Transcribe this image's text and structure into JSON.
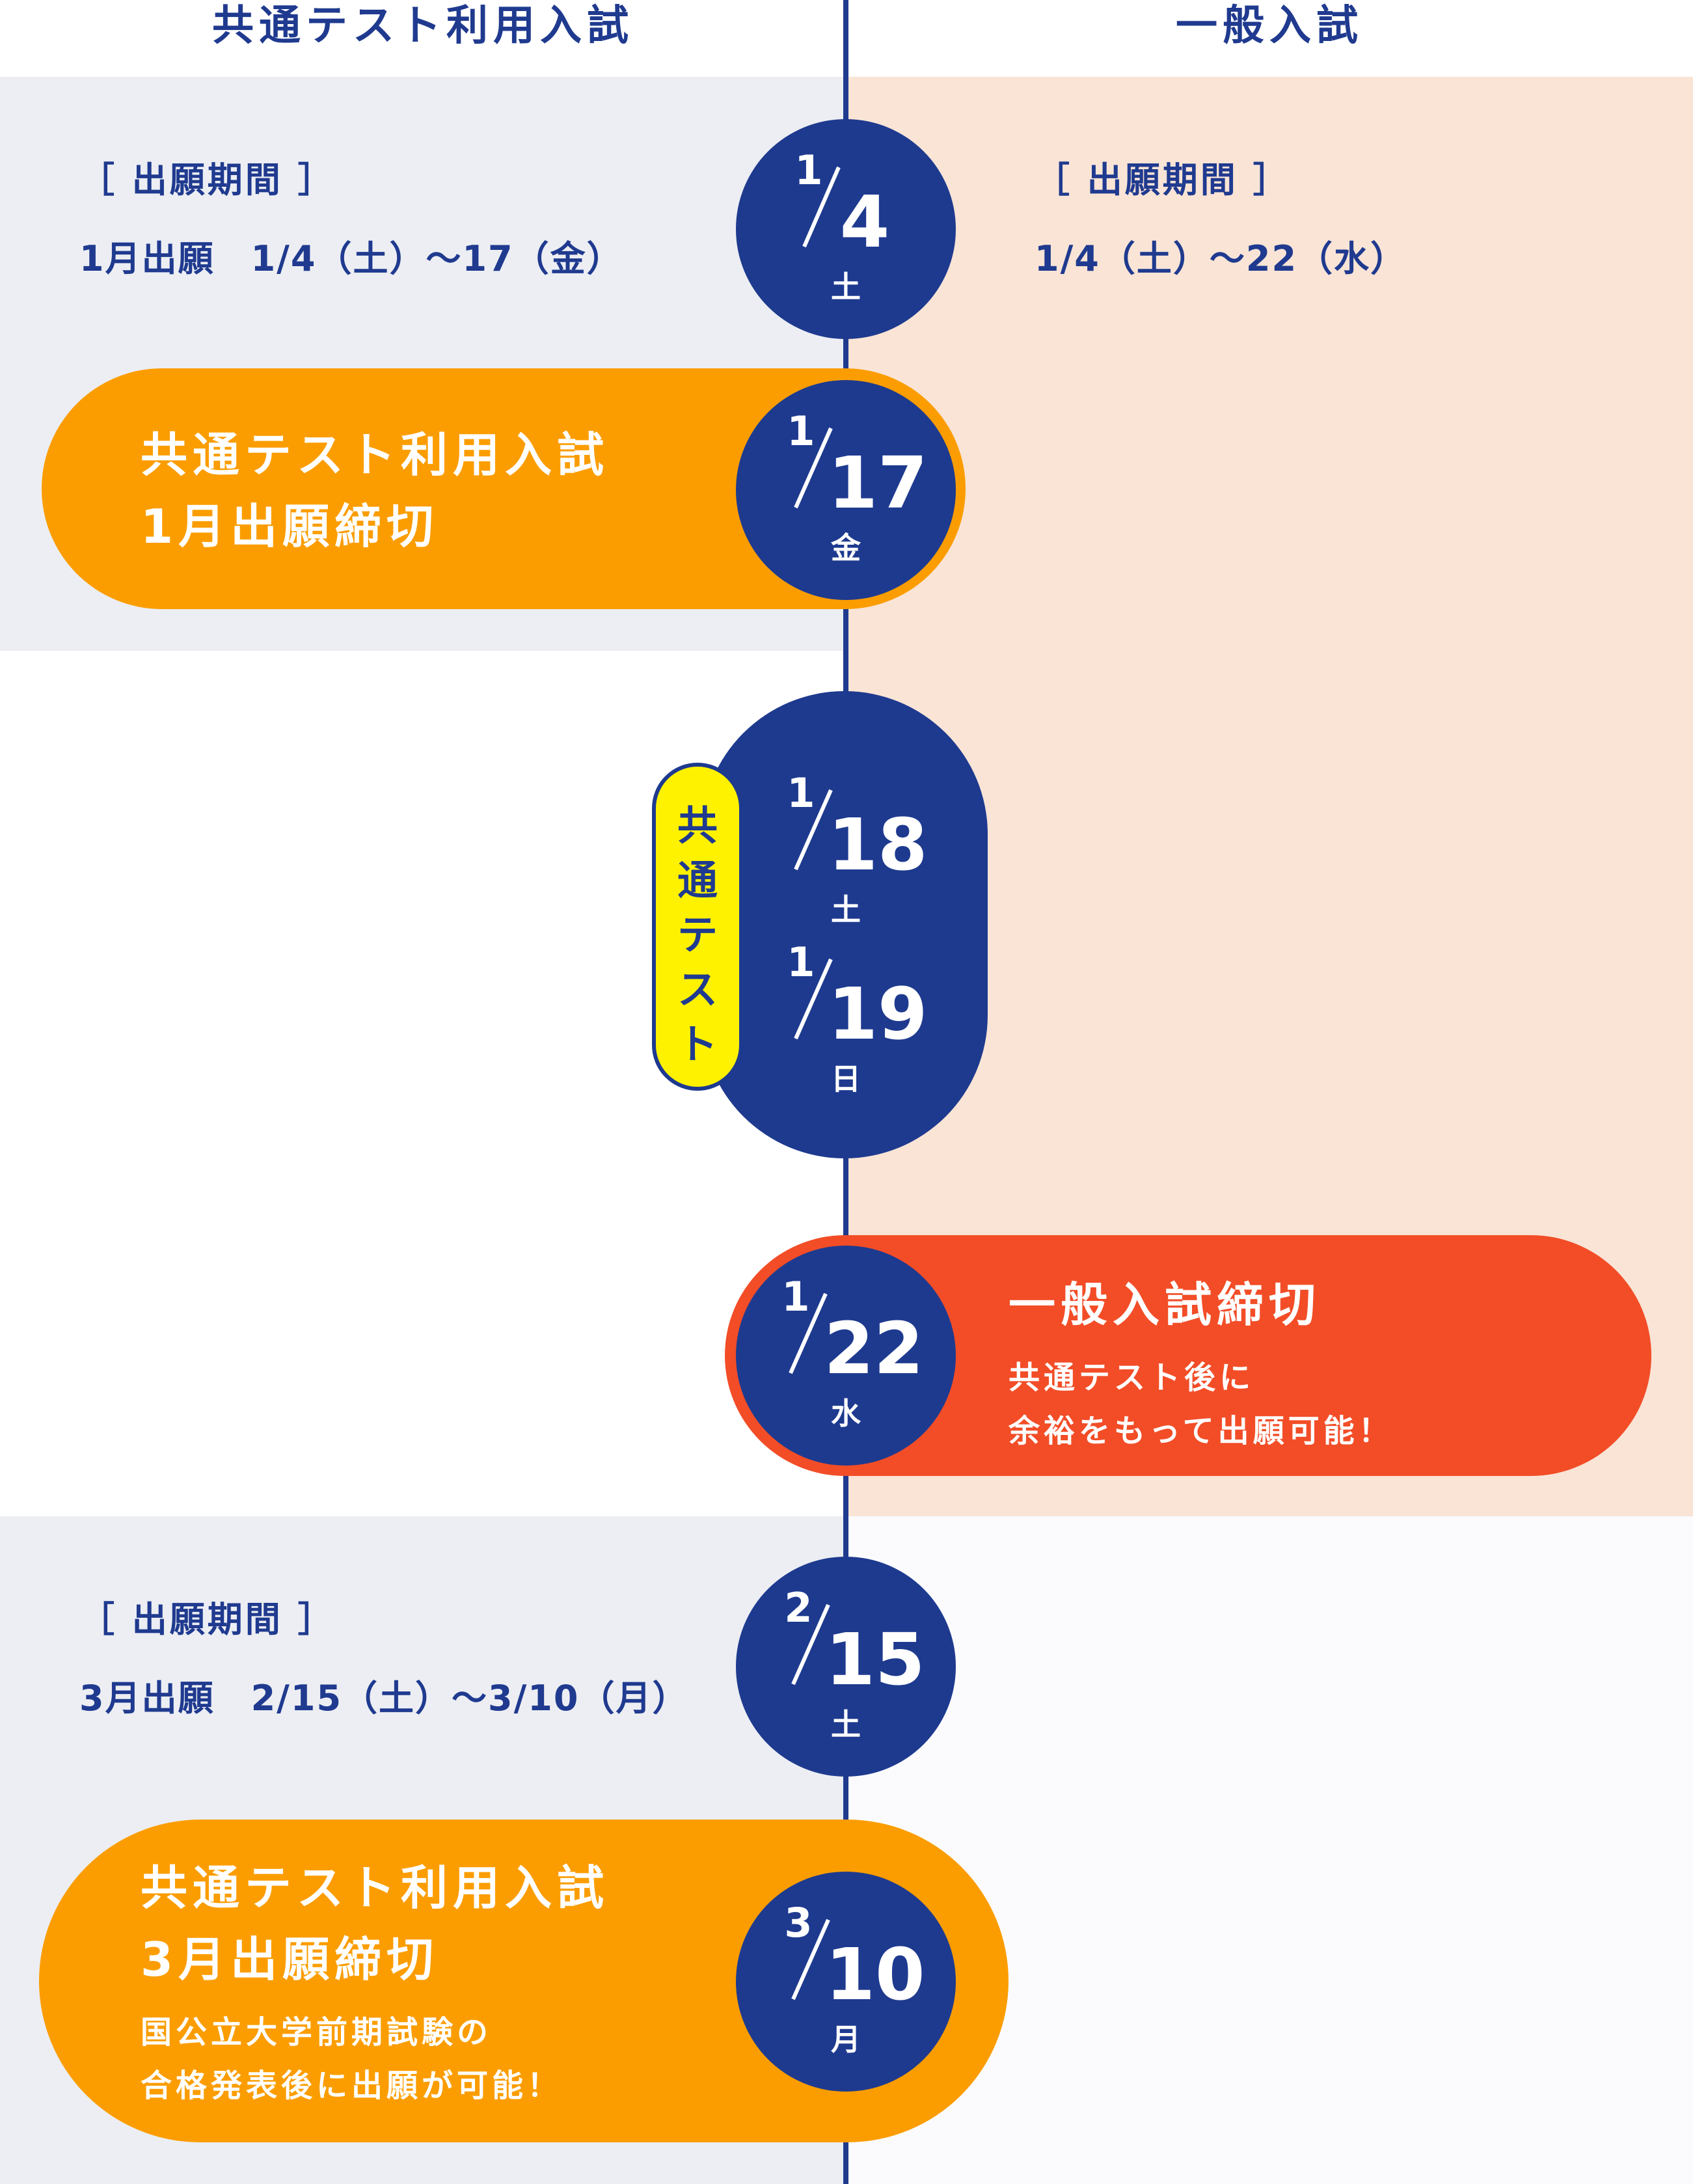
{
  "headers": {
    "left": "共通テスト利用入試",
    "right": "一般入試"
  },
  "colors": {
    "navy": "#1e3a8f",
    "orange": "#fb9d00",
    "red_orange": "#f24d27",
    "yellow": "#fff200",
    "grey_bg": "#eceef3",
    "peach_bg": "#f9e4d6"
  },
  "periods": {
    "left_jan": {
      "label": "［ 出願期間 ］",
      "value": "1月出願　1/4（土）〜17（金）"
    },
    "right_jan": {
      "label": "［ 出願期間 ］",
      "value": "1/4（土）〜22（水）"
    },
    "left_mar": {
      "label": "［ 出願期間 ］",
      "value": "3月出願　2/15（土）〜3/10（月）"
    }
  },
  "dates": {
    "d0104": {
      "month": "1",
      "day": "4",
      "weekday": "土"
    },
    "d0117": {
      "month": "1",
      "day": "17",
      "weekday": "金"
    },
    "d0118": {
      "month": "1",
      "day": "18",
      "weekday": "土"
    },
    "d0119": {
      "month": "1",
      "day": "19",
      "weekday": "日"
    },
    "d0122": {
      "month": "1",
      "day": "22",
      "weekday": "水"
    },
    "d0215": {
      "month": "2",
      "day": "15",
      "weekday": "土"
    },
    "d0310": {
      "month": "3",
      "day": "10",
      "weekday": "月"
    }
  },
  "events": {
    "jan_deadline": {
      "line1": "共通テスト利用入試",
      "line2": "1月出願締切"
    },
    "common_test": {
      "tag": [
        "共",
        "通",
        "テ",
        "ス",
        "ト"
      ]
    },
    "general_deadline": {
      "title": "一般入試締切",
      "note1": "共通テスト後に",
      "note2": "余裕をもって出願可能！"
    },
    "mar_deadline": {
      "line1": "共通テスト利用入試",
      "line2": "3月出願締切",
      "note1": "国公立大学前期試験の",
      "note2": "合格発表後に出願が可能！"
    }
  }
}
